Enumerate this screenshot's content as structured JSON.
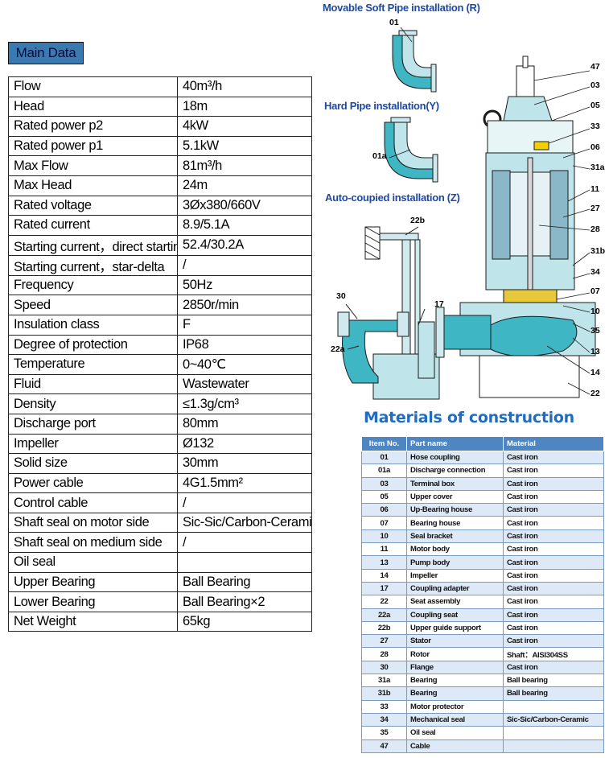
{
  "main_data": {
    "heading": "Main Data",
    "rows": [
      {
        "key": "Flow",
        "value": "40m³/h"
      },
      {
        "key": "Head",
        "value": "18m"
      },
      {
        "key": "Rated power p2",
        "value": "4kW"
      },
      {
        "key": "Rated power p1",
        "value": "5.1kW"
      },
      {
        "key": "Max Flow",
        "value": "81m³/h"
      },
      {
        "key": "Max Head",
        "value": "24m"
      },
      {
        "key": "Rated voltage",
        "value": "3Øx380/660V"
      },
      {
        "key": "Rated current",
        "value": "8.9/5.1A"
      },
      {
        "key": "Starting current，direct starting",
        "value": "52.4/30.2A"
      },
      {
        "key": "Starting current，star-delta",
        "value": "/"
      },
      {
        "key": "Frequency",
        "value": "50Hz"
      },
      {
        "key": "Speed",
        "value": "2850r/min"
      },
      {
        "key": "Insulation class",
        "value": "F"
      },
      {
        "key": "Degree of protection",
        "value": "IP68"
      },
      {
        "key": "Temperature",
        "value": "0~40℃"
      },
      {
        "key": "Fluid",
        "value": "Wastewater"
      },
      {
        "key": "Density",
        "value": "≤1.3g/cm³"
      },
      {
        "key": "Discharge port",
        "value": "80mm"
      },
      {
        "key": "Impeller",
        "value": "Ø132"
      },
      {
        "key": "Solid size",
        "value": "30mm"
      },
      {
        "key": "Power cable",
        "value": "4G1.5mm²"
      },
      {
        "key": "Control cable",
        "value": "/"
      },
      {
        "key": "Shaft seal on motor side",
        "value": "Sic-Sic/Carbon-Ceramic"
      },
      {
        "key": "Shaft seal on medium side",
        "value": "/"
      },
      {
        "key": "Oil seal",
        "value": ""
      },
      {
        "key": "Upper Bearing",
        "value": "Ball Bearing"
      },
      {
        "key": "Lower Bearing",
        "value": "Ball Bearing×2"
      },
      {
        "key": "Net Weight",
        "value": "65kg"
      }
    ]
  },
  "diagrams": {
    "soft_pipe_title": "Movable Soft Pipe installation (R)",
    "hard_pipe_title": "Hard Pipe  installation(Y)",
    "auto_coupled_title": "Auto-coupied installation (Z)",
    "labels": {
      "l01": "01",
      "l01a": "01a",
      "l22b": "22b",
      "l30": "30",
      "l17": "17",
      "l22a": "22a",
      "l47": "47",
      "l03": "03",
      "l05": "05",
      "l33": "33",
      "l06": "06",
      "l31a": "31a",
      "l11": "11",
      "l27": "27",
      "l28": "28",
      "l31b": "31b",
      "l34": "34",
      "l07": "07",
      "l10": "10",
      "l35": "35",
      "l13": "13",
      "l14": "14",
      "l22": "22"
    },
    "colors": {
      "water": "#3fb6c3",
      "casing": "#bfe5ea",
      "outline": "#1a1a1a",
      "title": "#1c49a3"
    }
  },
  "materials": {
    "title": "Materials of construction",
    "headers": [
      "Item No.",
      "Part name",
      "Material"
    ],
    "header_color": "#4f86c2",
    "rows": [
      [
        "01",
        "Hose coupling",
        "Cast iron"
      ],
      [
        "01a",
        "Discharge connection",
        "Cast iron"
      ],
      [
        "03",
        "Terminal box",
        "Cast iron"
      ],
      [
        "05",
        "Upper cover",
        "Cast iron"
      ],
      [
        "06",
        "Up-Bearing house",
        "Cast iron"
      ],
      [
        "07",
        "Bearing house",
        "Cast iron"
      ],
      [
        "10",
        "Seal bracket",
        "Cast iron"
      ],
      [
        "11",
        "Motor body",
        "Cast iron"
      ],
      [
        "13",
        "Pump body",
        "Cast iron"
      ],
      [
        "14",
        "Impeller",
        "Cast iron"
      ],
      [
        "17",
        "Coupling adapter",
        "Cast iron"
      ],
      [
        "22",
        "Seat assembly",
        "Cast iron"
      ],
      [
        "22a",
        "Coupling seat",
        "Cast iron"
      ],
      [
        "22b",
        "Upper guide support",
        "Cast iron"
      ],
      [
        "27",
        "Stator",
        "Cast iron"
      ],
      [
        "28",
        "Rotor",
        "Shaft：AISI304SS"
      ],
      [
        "30",
        "Flange",
        "Cast iron"
      ],
      [
        "31a",
        "Bearing",
        "Ball bearing"
      ],
      [
        "31b",
        "Bearing",
        "Ball bearing"
      ],
      [
        "33",
        "Motor protector",
        ""
      ],
      [
        "34",
        "Mechanical seal",
        "Sic-Sic/Carbon-Ceramic"
      ],
      [
        "35",
        "Oil seal",
        ""
      ],
      [
        "47",
        "Cable",
        ""
      ]
    ]
  }
}
